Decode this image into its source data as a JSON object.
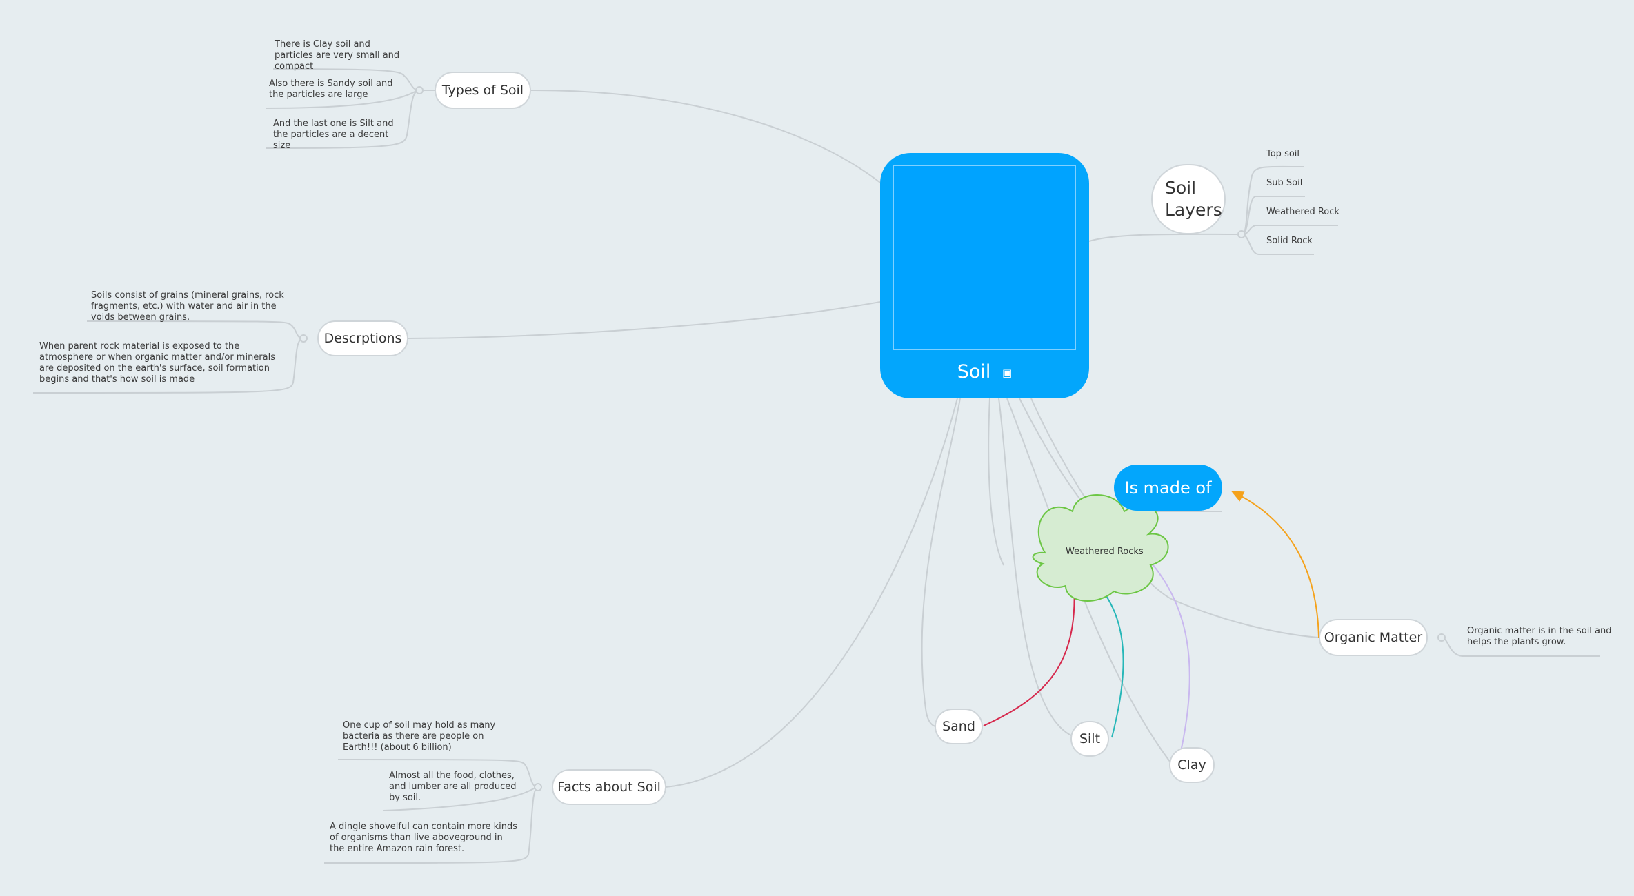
{
  "central": {
    "title": "Soil",
    "image_icon": "image-icon",
    "color": "#03a6fc"
  },
  "types_of_soil": {
    "label": "Types of Soil",
    "leaves": [
      "There is Clay soil and particles are very small and compact",
      "Also there is Sandy soil and the particles are large",
      "And the last one is Silt and the particles are a decent size"
    ]
  },
  "soil_layers": {
    "label": "Soil Layers",
    "leaves": [
      "Top soil",
      "Sub Soil",
      "Weathered Rock",
      "Solid Rock"
    ]
  },
  "descriptions": {
    "label": "Descrptions",
    "leaves": [
      "Soils consist of grains (mineral grains, rock fragments, etc.) with water and air in the voids between grains.",
      "When parent rock material is exposed to the atmosphere or when organic matter and/or minerals are deposited on the earth's surface, soil formation begins and that's how soil is made"
    ]
  },
  "is_made_of": {
    "label": "Is made of"
  },
  "weathered_rocks": {
    "label": "Weathered Rocks"
  },
  "organic_matter": {
    "label": "Organic Matter",
    "leaves": [
      "Organic matter is in the soil and helps the plants grow."
    ]
  },
  "sand": {
    "label": "Sand"
  },
  "silt": {
    "label": "Silt"
  },
  "clay": {
    "label": "Clay"
  },
  "facts": {
    "label": "Facts about Soil",
    "leaves": [
      "One cup of soil may hold as many bacteria as there are people on Earth!!! (about 6 billion)",
      "Almost all the food, clothes, and lumber are all produced by soil.",
      "A dingle shovelful can contain more kinds of organisms than live aboveground in the entire Amazon rain forest."
    ]
  },
  "colors": {
    "background": "#e6edf0",
    "connector": "#c9cfd3",
    "sand_arrow": "#d6284c",
    "silt_arrow": "#26b7b8",
    "clay_arrow": "#c9b8ef",
    "organic_arrow": "#f5a21b",
    "made_of_arrow": "#8cc63f",
    "cloud_fill": "#d6ecd2",
    "cloud_stroke": "#6cc644"
  }
}
